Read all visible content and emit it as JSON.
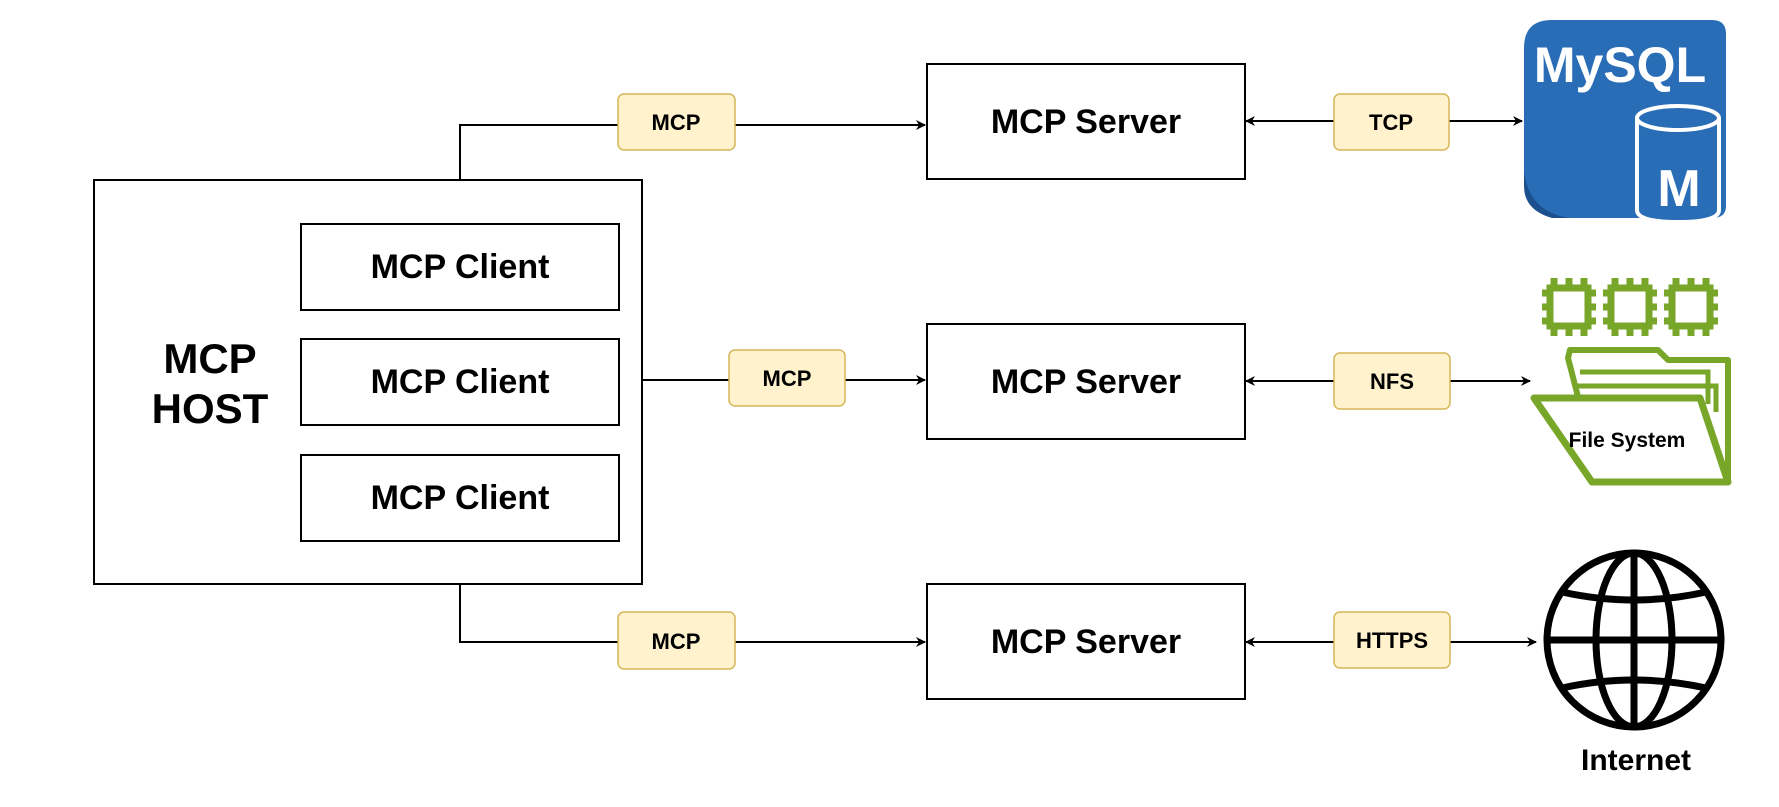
{
  "host": {
    "label_line1": "MCP",
    "label_line2": "HOST"
  },
  "clients": [
    {
      "label": "MCP Client"
    },
    {
      "label": "MCP Client"
    },
    {
      "label": "MCP Client"
    }
  ],
  "servers": [
    {
      "label": "MCP Server"
    },
    {
      "label": "MCP Server"
    },
    {
      "label": "MCP Server"
    }
  ],
  "client_protocols": [
    "MCP",
    "MCP",
    "MCP"
  ],
  "resource_protocols": [
    "TCP",
    "NFS",
    "HTTPS"
  ],
  "resources": {
    "mysql": {
      "logo_text": "MySQL",
      "logo_letter": "M",
      "color": "#2a6db7"
    },
    "file_system": {
      "label": "File System",
      "color": "#77a628"
    },
    "internet": {
      "label": "Internet"
    }
  },
  "colors": {
    "protocol_fill": "#fff2cc",
    "protocol_stroke": "#d6b656"
  }
}
